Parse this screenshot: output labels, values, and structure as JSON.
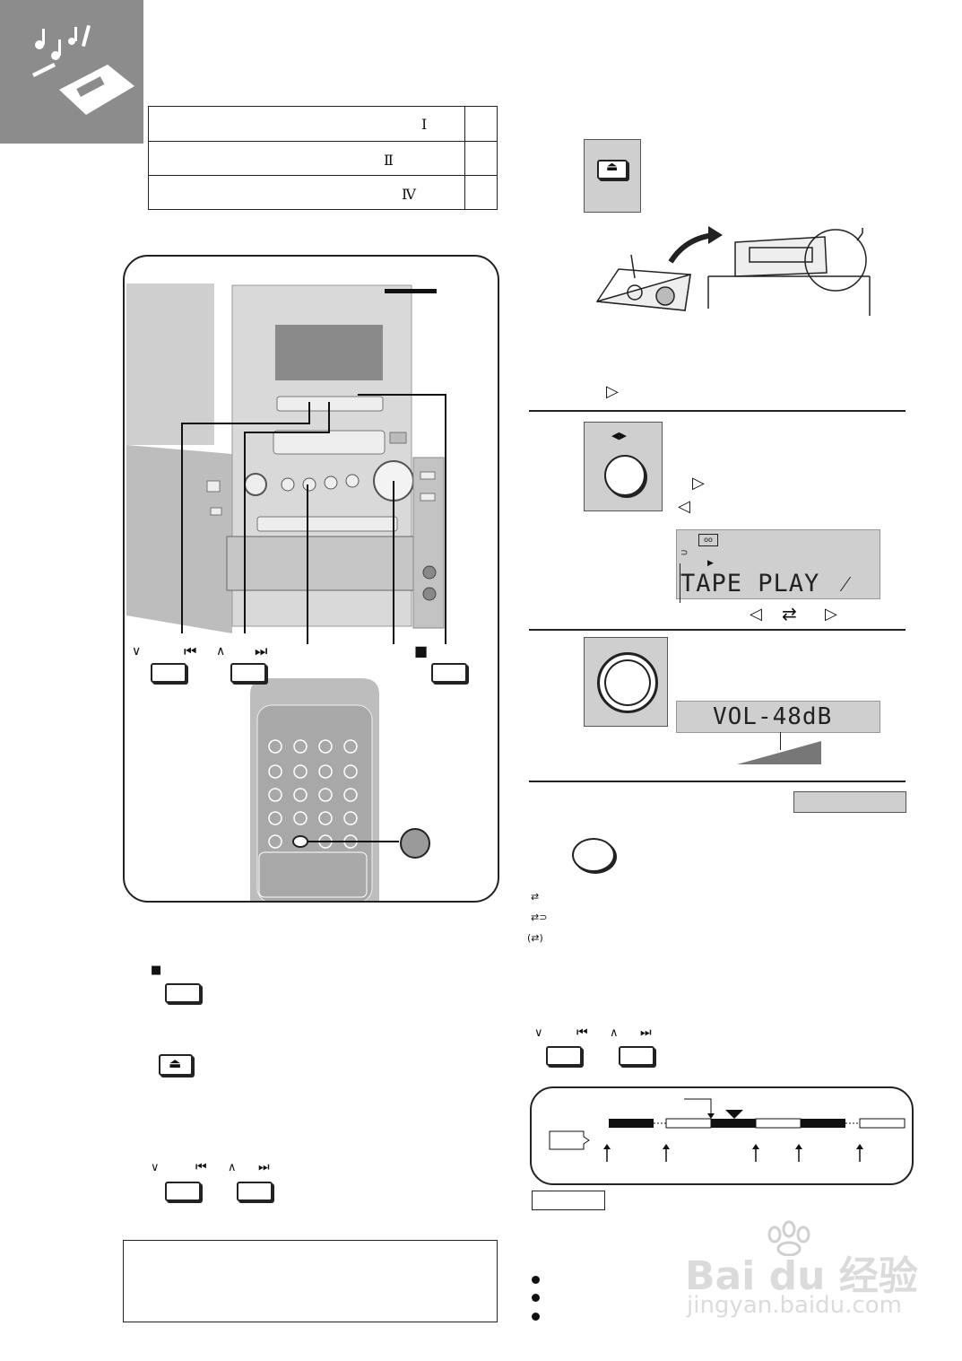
{
  "toc": {
    "rows": [
      {
        "mark": "Ⅰ",
        "page": ""
      },
      {
        "mark": "Ⅱ",
        "page": ""
      },
      {
        "mark": "Ⅳ",
        "page": ""
      }
    ]
  },
  "symbols": {
    "play_forward": "▷",
    "play_reverse": "◁",
    "down": "∨",
    "up": "∧",
    "skip_back": "⏮",
    "skip_fwd": "⏭",
    "stop": "■",
    "eject": "⏏",
    "direction": "◀▶",
    "fwd_rev": "⇄"
  },
  "lcd": {
    "tape_mode": "TAPE PLAY",
    "tape_suffix": "⁄",
    "volume": "VOL-48dB"
  },
  "watermark": {
    "brand": "Bai du 经验",
    "url": "jingyan.baidu.com"
  },
  "colors": {
    "header_gray": "#8c8c8c",
    "lcd_gray": "#cfcfcf",
    "unit_gray": "#bdbdbd"
  }
}
